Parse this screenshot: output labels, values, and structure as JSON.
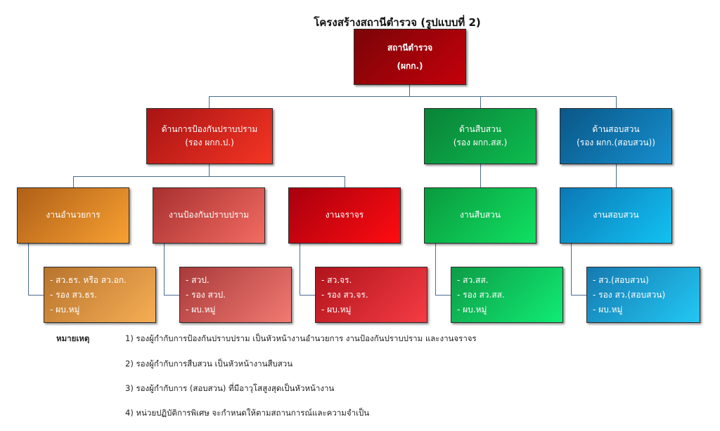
{
  "title": "โครงสร้างสถานีตำรวจ (รูปแบบที่ 2)",
  "root": {
    "line1": "สถานีตำรวจ",
    "line2": "(ผกก.)"
  },
  "divisions": [
    {
      "line1": "ด้านการป้องกันปราบปราม",
      "line2": "(รอง ผกก.ป.)"
    },
    {
      "line1": "ด้านสืบสวน",
      "line2": "(รอง ผกก.สส.)"
    },
    {
      "line1": "ด้านสอบสวน",
      "line2": "(รอง ผกก.(สอบสวน))"
    }
  ],
  "units": [
    {
      "label": "งานอำนวยการ",
      "staff": [
        "- สว.ธร. หรือ สว.อก.",
        "- รอง สว.ธร.",
        "- ผบ.หมู่"
      ]
    },
    {
      "label": "งานป้องกันปราบปราม",
      "staff": [
        "- สวป.",
        "- รอง สวป.",
        "- ผบ.หมู่"
      ]
    },
    {
      "label": "งานจราจร",
      "staff": [
        "- สว.จร.",
        "- รอง สว.จร.",
        "- ผบ.หมู่"
      ]
    },
    {
      "label": "งานสืบสวน",
      "staff": [
        "- สว.สส.",
        "- รอง สว.สส.",
        "- ผบ.หมู่"
      ]
    },
    {
      "label": "งานสอบสวน",
      "staff": [
        "- สว.(สอบสวน)",
        "- รอง สว.(สอบสวน)",
        "- ผบ.หมู่"
      ]
    }
  ],
  "notes": {
    "heading": "หมายเหตุ",
    "items": [
      "1) รองผู้กำกับการป้องกันปราบปราม เป็นหัวหน้างานอำนวยการ งานป้องกันปราบปราม และงานจราจร",
      "2) รองผู้กำกับการสืบสวน เป็นหัวหน้างานสืบสวน",
      "3) รองผู้กำกับการ (สอบสวน) ที่มีอาวุโสสูงสุดเป็นหัวหน้างาน",
      "4) หน่วยปฏิบัติการพิเศษ จะกำหนดให้ตามสถานการณ์และความจำเป็น"
    ]
  }
}
